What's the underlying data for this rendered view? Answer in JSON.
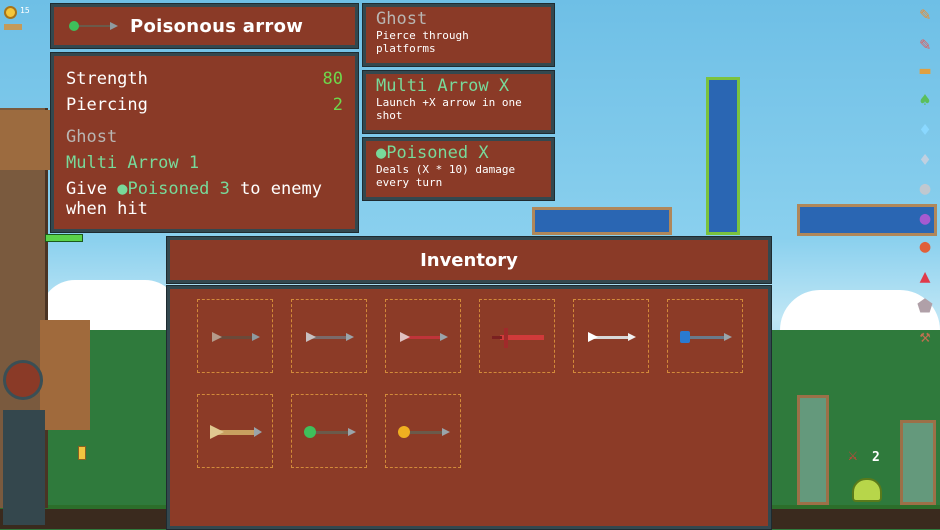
{
  "hud": {
    "coin_count": "15"
  },
  "item": {
    "name": "Poisonous arrow",
    "icon": "poison-arrow-icon"
  },
  "stats": {
    "strength_label": "Strength",
    "strength_value": "80",
    "piercing_label": "Piercing",
    "piercing_value": "2",
    "perk1": "Ghost",
    "perk2": "Multi Arrow 1",
    "effect_prefix": "Give",
    "effect_highlight": "Poisoned 3",
    "effect_suffix_1": "to enemy",
    "effect_suffix_2": "when hit"
  },
  "tooltips": [
    {
      "title": "Ghost",
      "desc1": "Pierce through",
      "desc2": "platforms"
    },
    {
      "title": "Multi Arrow X",
      "desc1": "Launch +X arrow in one",
      "desc2": "shot"
    },
    {
      "title": "Poisoned X",
      "desc1": "Deals (X * 10) damage",
      "desc2": "every turn"
    }
  ],
  "inventory": {
    "title": "Inventory",
    "slots": [
      {
        "icon": "wooden-arrow-icon"
      },
      {
        "icon": "iron-arrow-icon"
      },
      {
        "icon": "red-arrow-icon"
      },
      {
        "icon": "sword-arrow-icon"
      },
      {
        "icon": "silver-arrow-icon"
      },
      {
        "icon": "blue-arrow-icon"
      },
      {
        "icon": "golden-arrow-icon"
      },
      {
        "icon": "poison-arrow-icon"
      },
      {
        "icon": "fire-arrow-icon"
      }
    ]
  },
  "enemy": {
    "damage_count": "2"
  },
  "colors": {
    "panel": "#8a3a27",
    "border": "#33484f",
    "green": "#6ed84c",
    "mint": "#78d99a"
  }
}
